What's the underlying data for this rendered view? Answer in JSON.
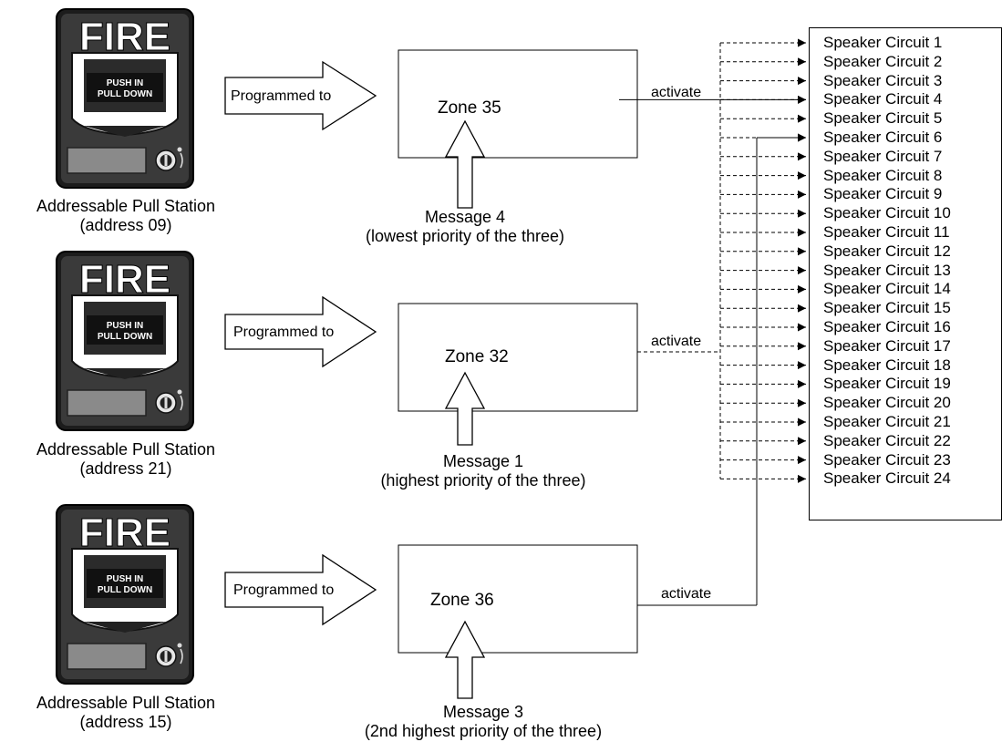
{
  "stations": [
    {
      "fire_text": "FIRE",
      "push_in": "PUSH  IN",
      "pull_down": "PULL DOWN",
      "caption_line1": "Addressable Pull Station",
      "caption_line2": "(address 09)"
    },
    {
      "fire_text": "FIRE",
      "push_in": "PUSH  IN",
      "pull_down": "PULL DOWN",
      "caption_line1": "Addressable Pull Station",
      "caption_line2": "(address 21)"
    },
    {
      "fire_text": "FIRE",
      "push_in": "PUSH  IN",
      "pull_down": "PULL DOWN",
      "caption_line1": "Addressable Pull Station",
      "caption_line2": "(address 15)"
    }
  ],
  "programmed_label": "Programmed to",
  "zones": [
    {
      "label": "Zone 35",
      "message": "Message 4",
      "priority": "(lowest priority of the three)",
      "activate": "activate"
    },
    {
      "label": "Zone 32",
      "message": "Message 1",
      "priority": "(highest priority of the three)",
      "activate": "activate"
    },
    {
      "label": "Zone 36",
      "message": "Message 3",
      "priority": "(2nd highest priority of the three)",
      "activate": "activate"
    }
  ],
  "speaker_circuits": [
    "Speaker Circuit 1",
    "Speaker Circuit 2",
    "Speaker Circuit 3",
    "Speaker Circuit 4",
    "Speaker Circuit 5",
    "Speaker Circuit 6",
    "Speaker Circuit 7",
    "Speaker Circuit 8",
    "Speaker Circuit 9",
    "Speaker Circuit 10",
    "Speaker Circuit 11",
    "Speaker Circuit 12",
    "Speaker Circuit 13",
    "Speaker Circuit 14",
    "Speaker Circuit 15",
    "Speaker Circuit 16",
    "Speaker Circuit 17",
    "Speaker Circuit 18",
    "Speaker Circuit 19",
    "Speaker Circuit 20",
    "Speaker Circuit 21",
    "Speaker Circuit 22",
    "Speaker Circuit 23",
    "Speaker Circuit 24"
  ],
  "icons": {
    "pull_station": "fire-pull-station-icon",
    "hollow_arrow": "hollow-arrow-icon"
  }
}
